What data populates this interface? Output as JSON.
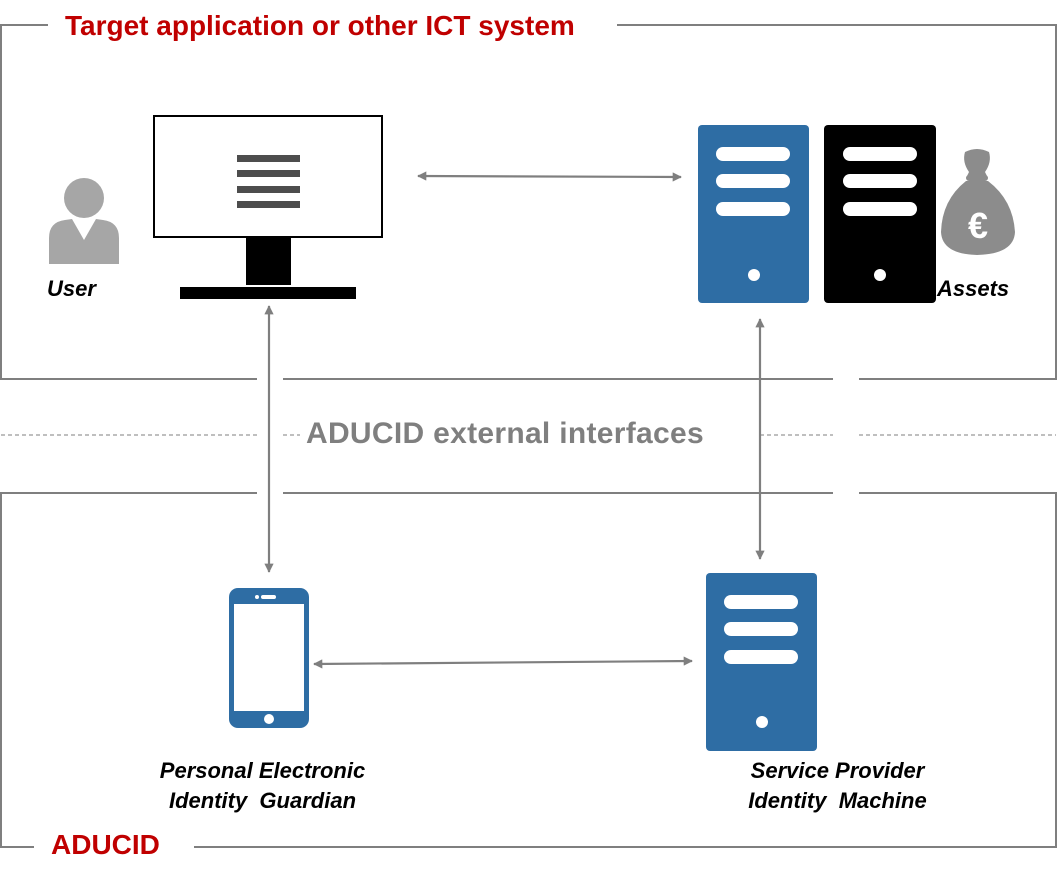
{
  "diagram": {
    "colors": {
      "group_title": "#c00000",
      "frame_line": "#7f7f7f",
      "arrow": "#7f7f7f",
      "device_blue": "#2e6da4",
      "device_black": "#000000",
      "person_gray": "#a6a6a6",
      "money_bag_gray": "#8c8c8c"
    },
    "groups": [
      {
        "id": "target-system",
        "title": "Target application or other ICT system"
      },
      {
        "id": "aducid",
        "title": "ADUCID"
      }
    ],
    "interface_band": {
      "title": "ADUCID external interfaces"
    },
    "nodes": [
      {
        "id": "user",
        "label": "User",
        "icon": "person-icon",
        "group": "target-system"
      },
      {
        "id": "workstation",
        "label": "",
        "icon": "monitor-icon",
        "group": "target-system"
      },
      {
        "id": "app-server",
        "label": "",
        "icon": "server-icon",
        "group": "target-system"
      },
      {
        "id": "assets-server",
        "label": "",
        "icon": "server-icon",
        "group": "target-system"
      },
      {
        "id": "assets",
        "label": "Assets",
        "icon": "money-bag-euro-icon",
        "group": "target-system"
      },
      {
        "id": "peig",
        "label_lines": [
          "Personal Electronic",
          "Identity  Guardian"
        ],
        "icon": "smartphone-icon",
        "group": "aducid"
      },
      {
        "id": "spim",
        "label_lines": [
          "Service Provider",
          "Identity  Machine"
        ],
        "icon": "server-icon",
        "group": "aducid"
      }
    ],
    "edges": [
      {
        "from": "workstation",
        "to": "app-server",
        "direction": "both"
      },
      {
        "from": "workstation",
        "to": "peig",
        "direction": "both"
      },
      {
        "from": "app-server",
        "to": "spim",
        "direction": "both"
      },
      {
        "from": "peig",
        "to": "spim",
        "direction": "both"
      }
    ]
  }
}
